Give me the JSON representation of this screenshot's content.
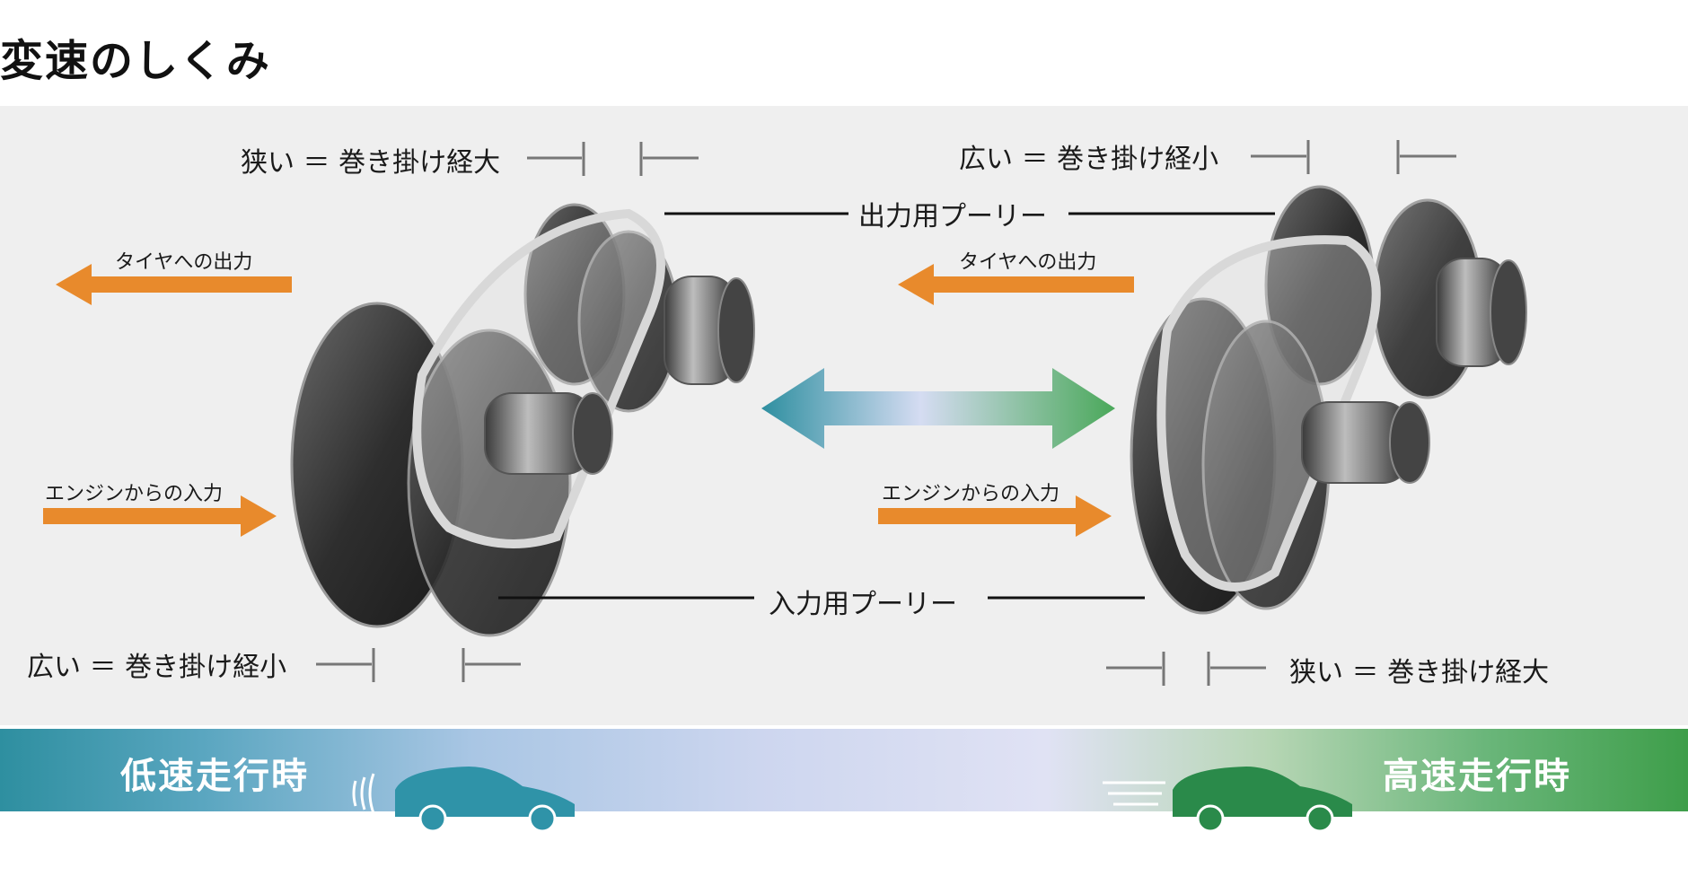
{
  "title": "変速のしくみ",
  "left": {
    "narrow_label": "狭い ＝ 巻き掛け経大",
    "wide_label": "広い ＝ 巻き掛け経小",
    "output_label": "タイヤへの出力",
    "input_label": "エンジンからの入力"
  },
  "right": {
    "wide_label": "広い ＝ 巻き掛け経小",
    "narrow_label": "狭い ＝ 巻き掛け経大",
    "output_label": "タイヤへの出力",
    "input_label": "エンジンからの入力"
  },
  "center": {
    "output_pulley": "出力用プーリー",
    "input_pulley": "入力用プーリー"
  },
  "band": {
    "low_speed": "低速走行時",
    "high_speed": "高速走行時"
  },
  "colors": {
    "arrow_orange": "#e88a2c",
    "low_speed_car": "#2f93a8",
    "high_speed_car": "#2a8a4a",
    "panel_bg": "#efefef"
  }
}
